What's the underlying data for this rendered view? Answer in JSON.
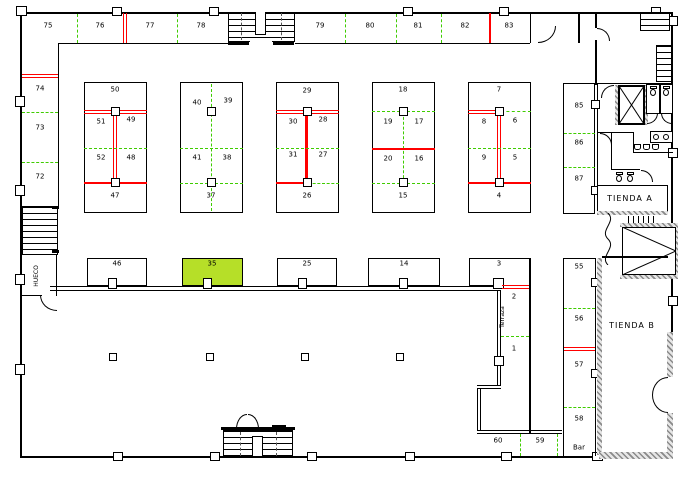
{
  "colors": {
    "highlight": "#b6df28",
    "red": "#ff0000",
    "green": "#3fcc00"
  },
  "rooms": {
    "tienda_a": "TIENDA A",
    "tienda_b": "TIENDA B",
    "bar": "Bar",
    "hueco": "HUECO",
    "terraza": "Terraza"
  },
  "stalls": {
    "top_row": [
      "75",
      "76",
      "77",
      "78",
      "79",
      "80",
      "81",
      "82",
      "83"
    ],
    "left_column": [
      "74",
      "73",
      "72"
    ],
    "right_column_upper": [
      "85",
      "86",
      "87"
    ],
    "island_a": [
      "50",
      "51",
      "49",
      "52",
      "48",
      "47"
    ],
    "island_b": [
      "40",
      "39",
      "41",
      "38",
      "37"
    ],
    "island_c": [
      "29",
      "30",
      "28",
      "31",
      "27",
      "26"
    ],
    "island_d": [
      "18",
      "19",
      "17",
      "20",
      "16",
      "15"
    ],
    "island_e": [
      "7",
      "8",
      "6",
      "9",
      "5",
      "4"
    ],
    "mid_row": [
      "46",
      "35",
      "25",
      "14",
      "3"
    ],
    "right_strip": [
      "2",
      "1"
    ],
    "right_column_lower": [
      "55",
      "56",
      "57",
      "58"
    ],
    "bottom_row": [
      "60",
      "59"
    ]
  }
}
